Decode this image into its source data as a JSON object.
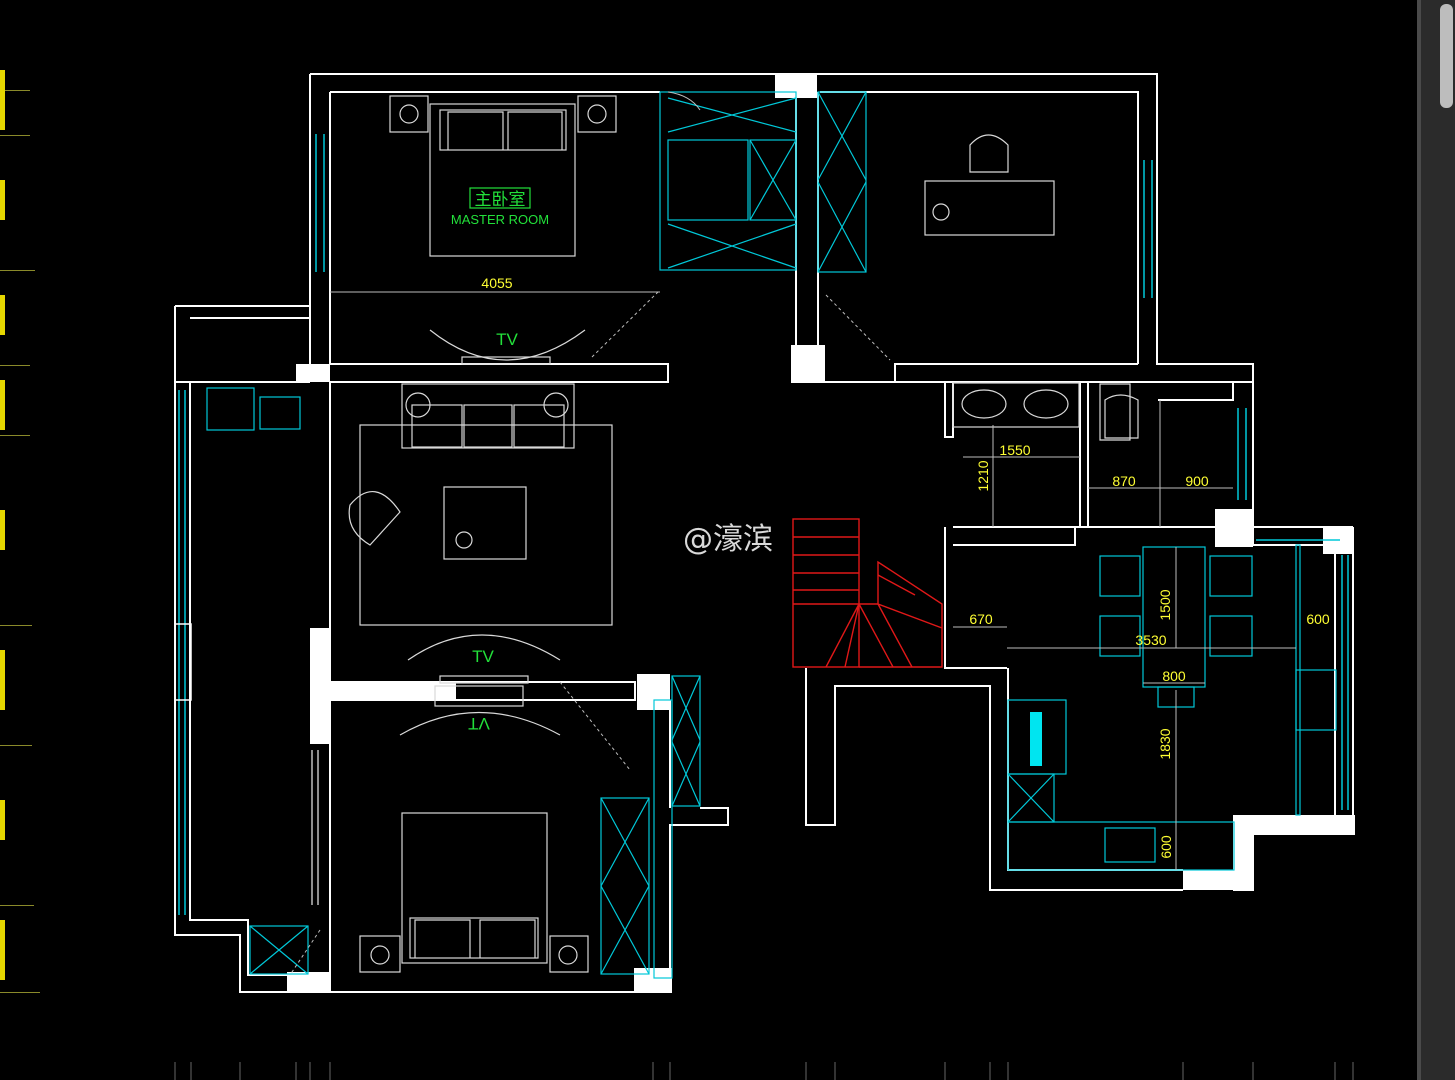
{
  "watermark": "@濠滨",
  "rooms": {
    "master_cn": "主卧室",
    "master_en": "MASTER ROOM",
    "tv_top": "TV",
    "tv_mid": "TV",
    "tv_mid_flipped": "TV"
  },
  "dimensions": {
    "d4055": "4055",
    "d1550": "1550",
    "d1210": "1210",
    "d870": "870",
    "d900": "900",
    "d670": "670",
    "d3530": "3530",
    "d1500": "1500",
    "d800": "800",
    "d600r": "600",
    "d1830": "1830",
    "d600b": "600"
  },
  "colors": {
    "background": "#000000",
    "wall": "#ffffff",
    "furniture": "#00c8d8",
    "fixture": "#d9d9d9",
    "dimension_text": "#ffff33",
    "room_label": "#22e03a",
    "stair": "#e01818",
    "dim_line": "#bdbdbd"
  },
  "scrollbar": {
    "icon": "vertical-scrollbar"
  }
}
